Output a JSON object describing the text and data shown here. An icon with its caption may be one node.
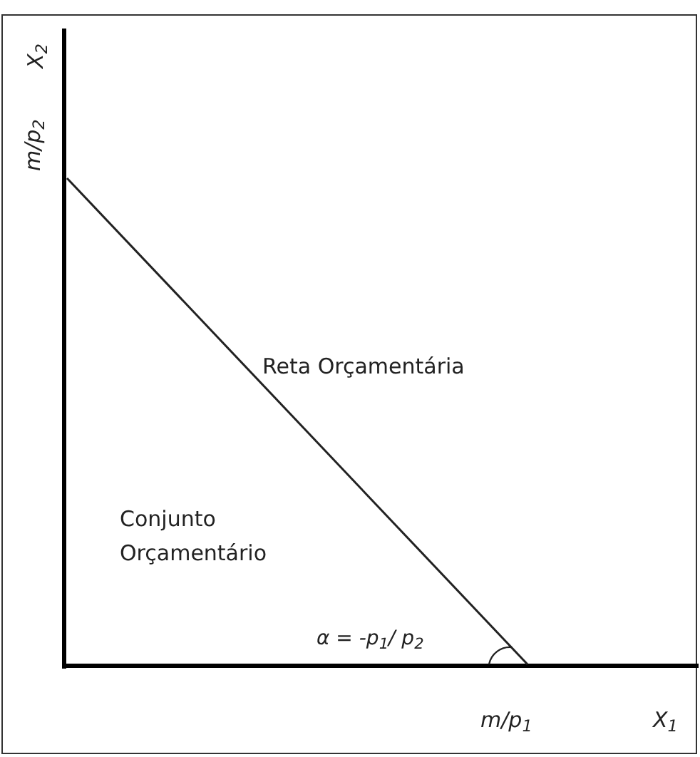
{
  "diagram": {
    "labels": [
      "X$_{2}$",
      "m/p$_{2}$",
      "Reta Orçamentária",
      "Conjunto Orçamentário",
      "α = -p$_{1}$/ p$_{2}$",
      "m/p$_{1}$",
      "X$_{1}$"
    ]
  }
}
